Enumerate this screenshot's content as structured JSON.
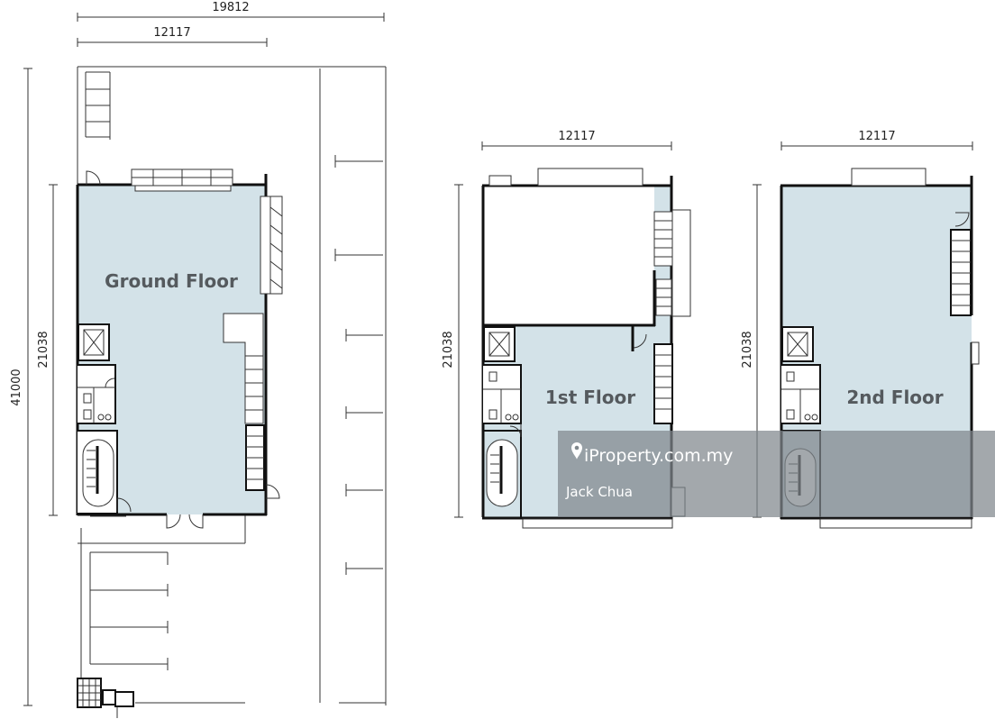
{
  "dimensions": {
    "site_width": "19812",
    "building_width": "12117",
    "site_depth": "41000",
    "building_depth": "21038"
  },
  "floors": [
    {
      "label": "Ground Floor"
    },
    {
      "label": "1st Floor"
    },
    {
      "label": "2nd Floor"
    }
  ],
  "watermark": {
    "brand": "iProperty.com.my",
    "agent": "Jack Chua"
  },
  "colors": {
    "floor_fill": "#d3e2e8",
    "wall": "#111111",
    "watermark_bg": "#9aa0a4"
  }
}
